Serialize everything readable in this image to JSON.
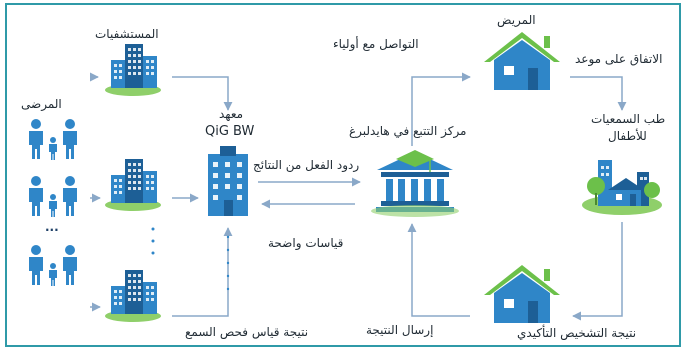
{
  "labels": {
    "patients": "المرضى",
    "hospitals": "المستشفيات",
    "institute_line1": "معهد",
    "institute_line2": "QiG BW",
    "center": "مركز التتبع في هايدلبرغ",
    "patient": "المريض",
    "contact_parents": "التواصل مع أولياء",
    "appointment": "الاتفاق على موعد",
    "audiologist_line1": "طب السمعيات",
    "audiologist_line2": "للأطفال",
    "results_feedback": "ردود الفعل من النتائج",
    "clear_measurements": "قياسات واضحة",
    "hearing_result": "نتيجة قياس فحص السمع",
    "send_result": "إرسال النتيجة",
    "confirm_result": "نتيجة التشخيص التأكيدي",
    "ellipsis": "..."
  },
  "colors": {
    "icon_blue": "#2f86c8",
    "icon_dark": "#1d5f96",
    "grass": "#8fcf6a",
    "roof": "#6cc04a",
    "frame": "#2f9aa8",
    "arrow": "#8aa8c8"
  }
}
